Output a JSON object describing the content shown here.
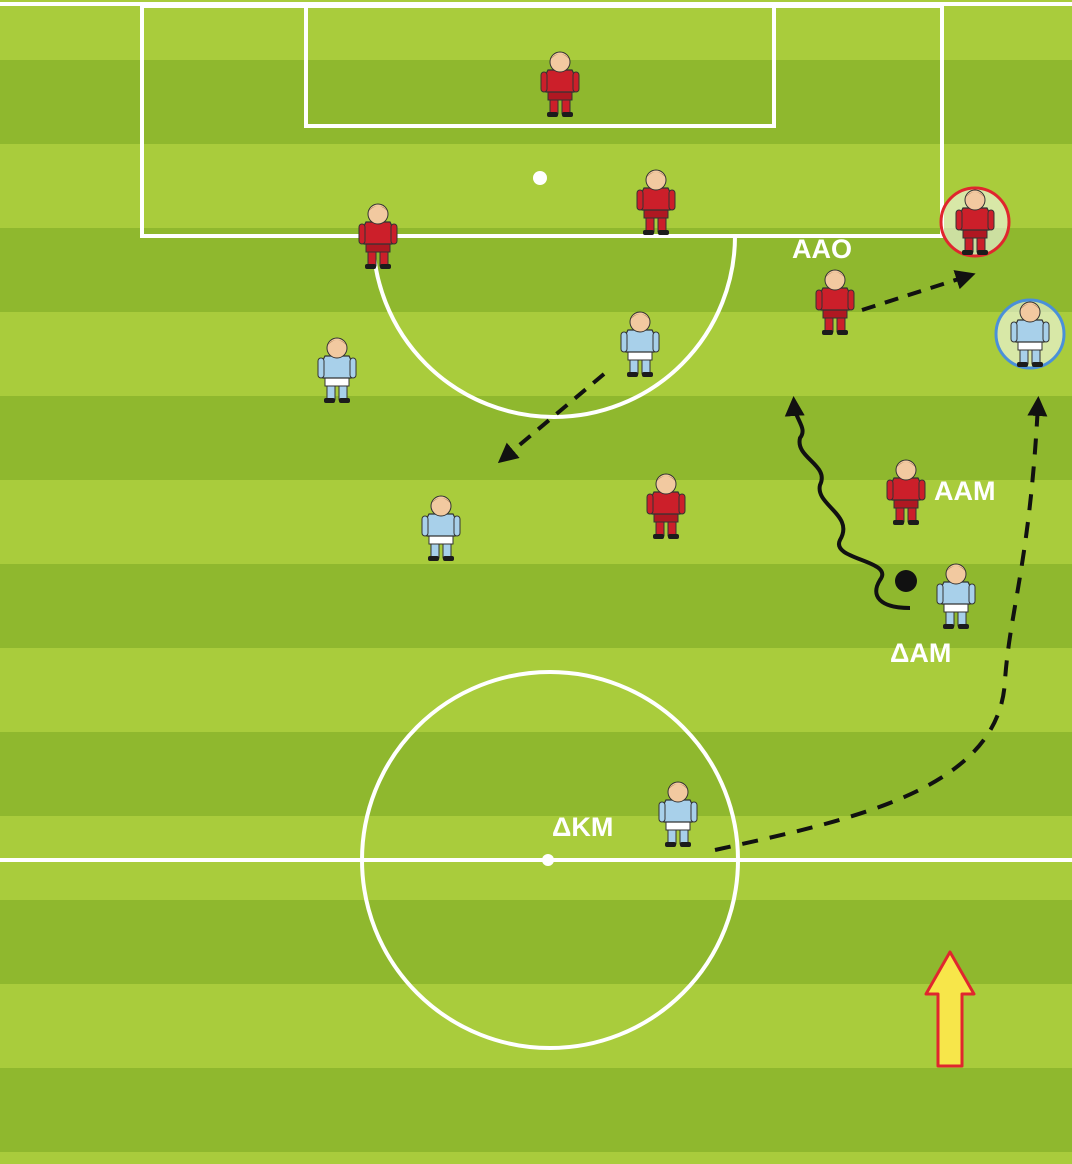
{
  "diagram": {
    "type": "football-tactics",
    "colors": {
      "grass_light": "#a9cc3c",
      "grass_dark": "#8fb82e",
      "lines": "#ffffff",
      "red_team": "#cc1f2a",
      "blue_team": "#a8d0ea",
      "arrow_fill": "#f7e64a",
      "arrow_stroke": "#e0262e"
    },
    "labels": {
      "aao": "AAO",
      "aam": "AAM",
      "dam": "ΔAM",
      "dkm": "ΔKM"
    },
    "players": [
      {
        "team": "red",
        "role": "goalkeeper"
      },
      {
        "team": "red",
        "role": "defender"
      },
      {
        "team": "red",
        "role": "defender"
      },
      {
        "team": "red",
        "role": "defender",
        "highlighted": true
      },
      {
        "team": "red",
        "role": "aao"
      },
      {
        "team": "red",
        "role": "midfielder"
      },
      {
        "team": "red",
        "role": "aam"
      },
      {
        "team": "blue",
        "role": "attacker"
      },
      {
        "team": "blue",
        "role": "attacker"
      },
      {
        "team": "blue",
        "role": "attacker",
        "highlighted": true
      },
      {
        "team": "blue",
        "role": "midfielder"
      },
      {
        "team": "blue",
        "role": "dam"
      },
      {
        "team": "blue",
        "role": "dkm"
      }
    ],
    "icons": [
      "ball-icon",
      "direction-arrow-icon"
    ]
  }
}
